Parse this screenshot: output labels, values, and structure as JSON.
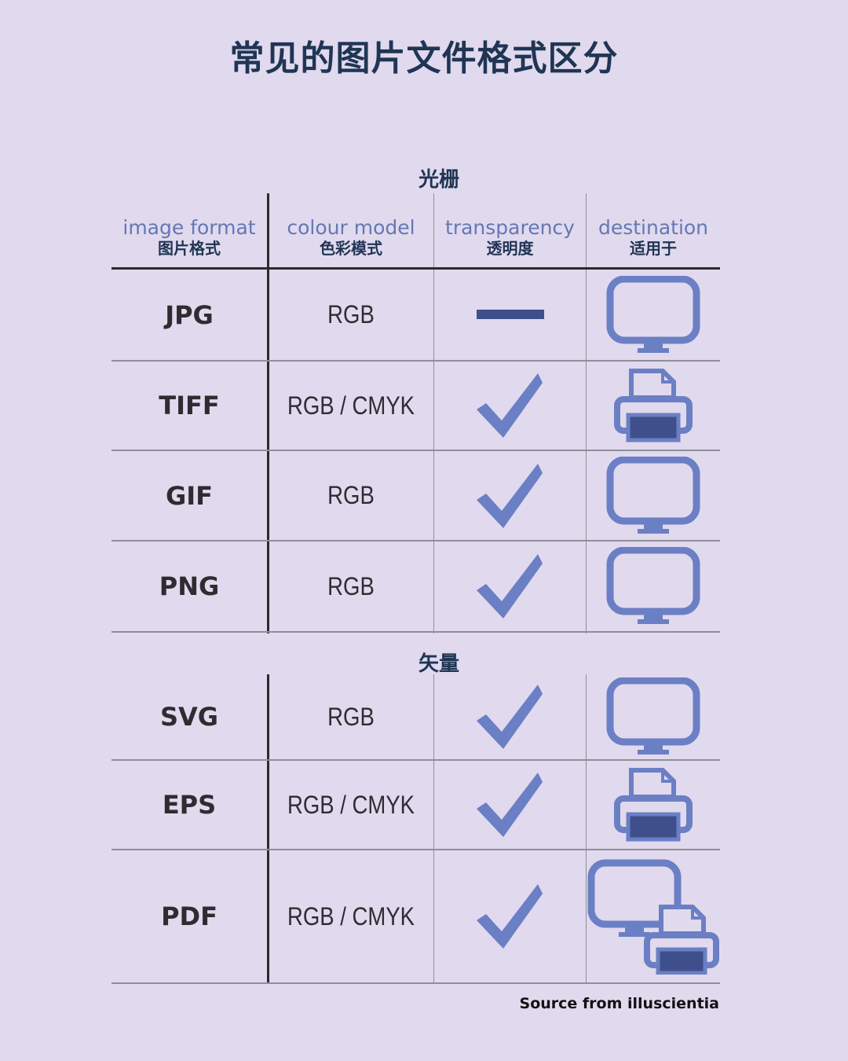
{
  "title": "常见的图片文件格式区分",
  "colors": {
    "accent": "#6b7fc4",
    "title": "#1f3553",
    "background": "#e1d9ee"
  },
  "headers": {
    "format": {
      "en": "image format",
      "zh": "图片格式"
    },
    "model": {
      "en": "colour model",
      "zh": "色彩模式"
    },
    "transparency": {
      "en": "transparency",
      "zh": "透明度"
    },
    "destination": {
      "en": "destination",
      "zh": "适用于"
    }
  },
  "raster": {
    "label": "光栅",
    "rows": [
      {
        "format": "JPG",
        "model": "RGB",
        "transparency": "dash-icon",
        "destination": "monitor-icon"
      },
      {
        "format": "TIFF",
        "model": "RGB / CMYK",
        "transparency": "check-icon",
        "destination": "printer-icon"
      },
      {
        "format": "GIF",
        "model": "RGB",
        "transparency": "check-icon",
        "destination": "monitor-icon"
      },
      {
        "format": "PNG",
        "model": "RGB",
        "transparency": "check-icon",
        "destination": "monitor-icon"
      }
    ]
  },
  "vector": {
    "label": "矢量",
    "rows": [
      {
        "format": "SVG",
        "model": "RGB",
        "transparency": "check-icon",
        "destination": "monitor-icon"
      },
      {
        "format": "EPS",
        "model": "RGB / CMYK",
        "transparency": "check-icon",
        "destination": "printer-icon"
      },
      {
        "format": "PDF",
        "model": "RGB / CMYK",
        "transparency": "check-icon",
        "destination": "monitor-printer-icon"
      }
    ]
  },
  "source": "Source from illuscientia"
}
